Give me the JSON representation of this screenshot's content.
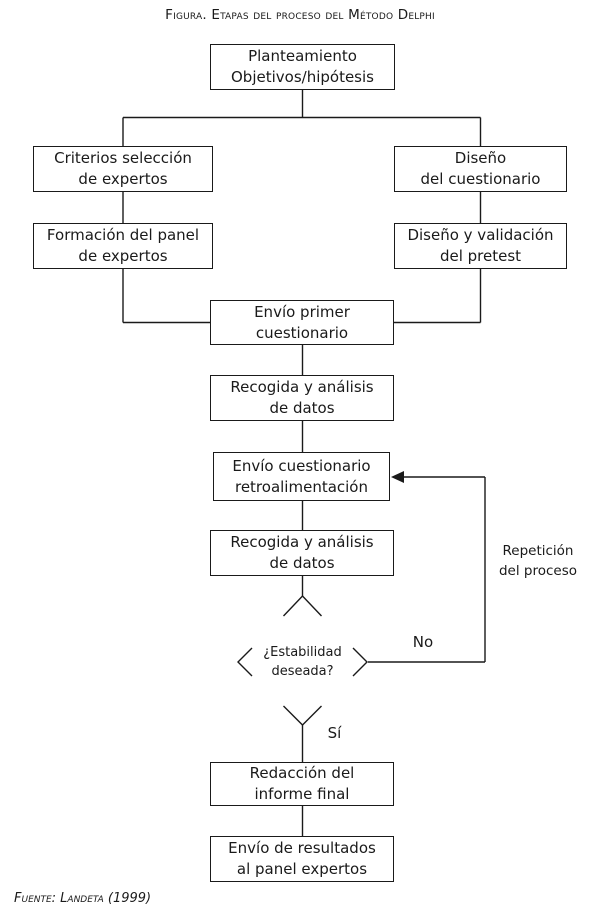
{
  "title": "Figura. Etapas del proceso del Método Delphi",
  "nodes": {
    "planteamiento": "Planteamiento\nObjetivos/hipótesis",
    "criterios": "Criterios selección\nde expertos",
    "diseno_cuestionario": "Diseño\ndel cuestionario",
    "formacion_panel": "Formación del panel\nde expertos",
    "diseno_pretest": "Diseño y validación\ndel pretest",
    "envio_primer": "Envío primer\ncuestionario",
    "recogida_1": "Recogida y análisis\nde datos",
    "envio_retro": "Envío cuestionario\nretroalimentación",
    "recogida_2": "Recogida y análisis\nde datos",
    "decision": "¿Estabilidad\ndeseada?",
    "redaccion": "Redacción del\ninforme final",
    "envio_resultados": "Envío de resultados\nal panel expertos"
  },
  "labels": {
    "no": "No",
    "si": "Sí",
    "repeticion": "Repetición\ndel proceso"
  },
  "source": "Fuente: Landeta (1999)",
  "colors": {
    "line": "#1a1a1a",
    "background": "#ffffff"
  }
}
